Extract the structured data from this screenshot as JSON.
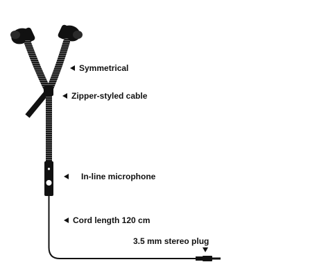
{
  "labels": {
    "symmetrical": "Symmetrical",
    "zipper_cable": "Zipper-styled cable",
    "microphone": "In-line microphone",
    "cord_length": "Cord length 120 cm",
    "plug": "3.5 mm stereo plug"
  },
  "colors": {
    "ink": "#111111",
    "background": "#ffffff"
  }
}
